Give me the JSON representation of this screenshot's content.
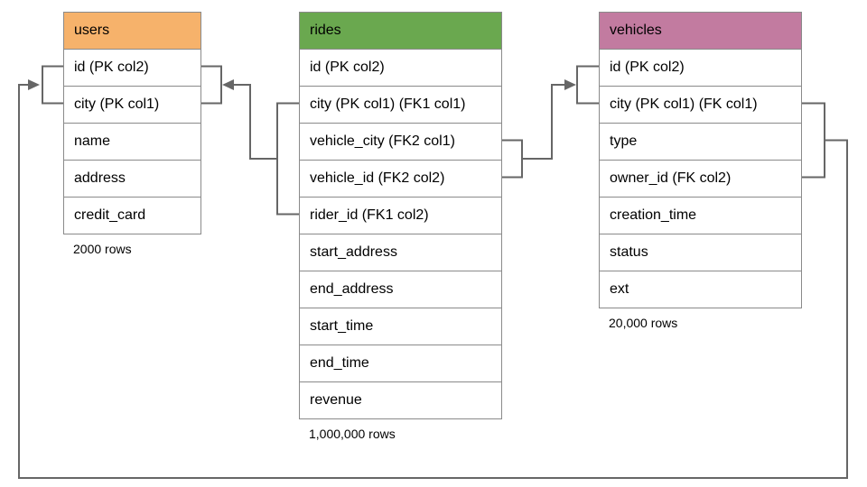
{
  "diagram": {
    "title": "database schema diagram",
    "colors": {
      "connector": "#666666",
      "table_border": "#8a8a8a",
      "text": "#000000",
      "users_header": "#F6B26B",
      "rides_header": "#6AA84F",
      "vehicles_header": "#C27BA0"
    },
    "tables": [
      {
        "name": "users",
        "header_color": "#F6B26B",
        "rows": [
          "id (PK col2)",
          "city (PK col1)",
          "name",
          "address",
          "credit_card"
        ],
        "caption": "2000 rows"
      },
      {
        "name": "rides",
        "header_color": "#6AA84F",
        "rows": [
          "id (PK col2)",
          "city (PK col1) (FK1 col1)",
          "vehicle_city (FK2 col1)",
          "vehicle_id (FK2 col2)",
          "rider_id (FK1 col2)",
          "start_address",
          "end_address",
          "start_time",
          "end_time",
          "revenue"
        ],
        "caption": "1,000,000 rows"
      },
      {
        "name": "vehicles",
        "header_color": "#C27BA0",
        "rows": [
          "id (PK col2)",
          "city (PK col1) (FK col1)",
          "type",
          "owner_id (FK col2)",
          "creation_time",
          "status",
          "ext"
        ],
        "caption": "20,000 rows"
      }
    ],
    "relationships": [
      {
        "from": "rides (FK1: city, rider_id)",
        "to": "users (PK: id, city)"
      },
      {
        "from": "rides (FK2: vehicle_city, vehicle_id)",
        "to": "vehicles (PK: id, city)"
      },
      {
        "from": "vehicles (FK: city, owner_id)",
        "to": "users (PK: id, city)"
      }
    ]
  }
}
